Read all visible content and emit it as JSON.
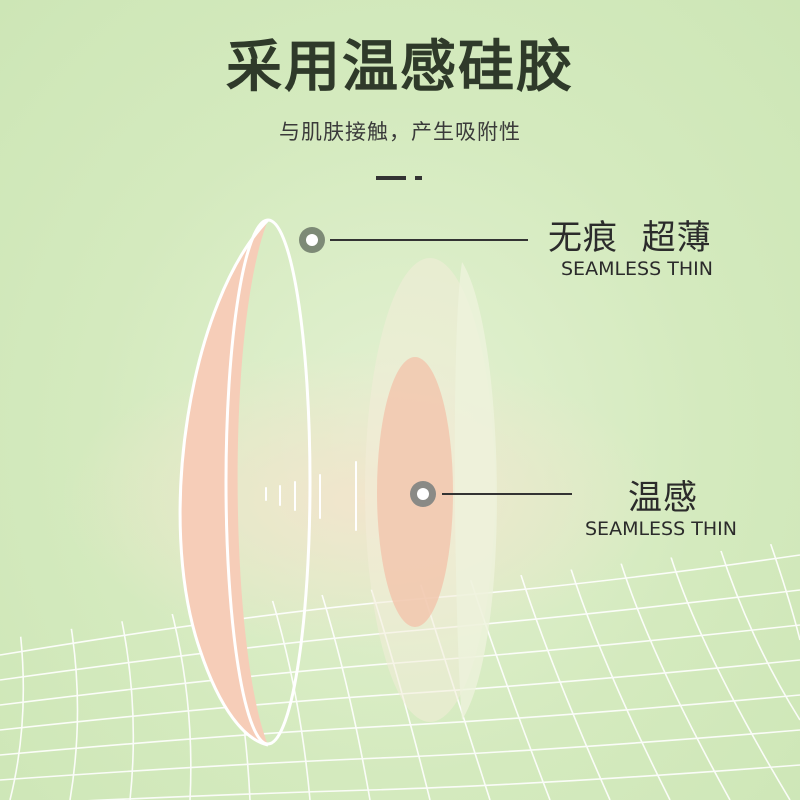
{
  "header": {
    "title": "采用温感硅胶",
    "subtitle": "与肌肤接触，产生吸附性"
  },
  "callouts": [
    {
      "title": "无痕  超薄",
      "subtitle": "SEAMLESS THIN"
    },
    {
      "title": "温感",
      "subtitle": "SEAMLESS THIN"
    }
  ],
  "colors": {
    "background": "#d6ecc0",
    "title_text": "#2f3a2a",
    "pad_pink": "#f6cdb8",
    "marker_ring": "#7d8a76"
  }
}
